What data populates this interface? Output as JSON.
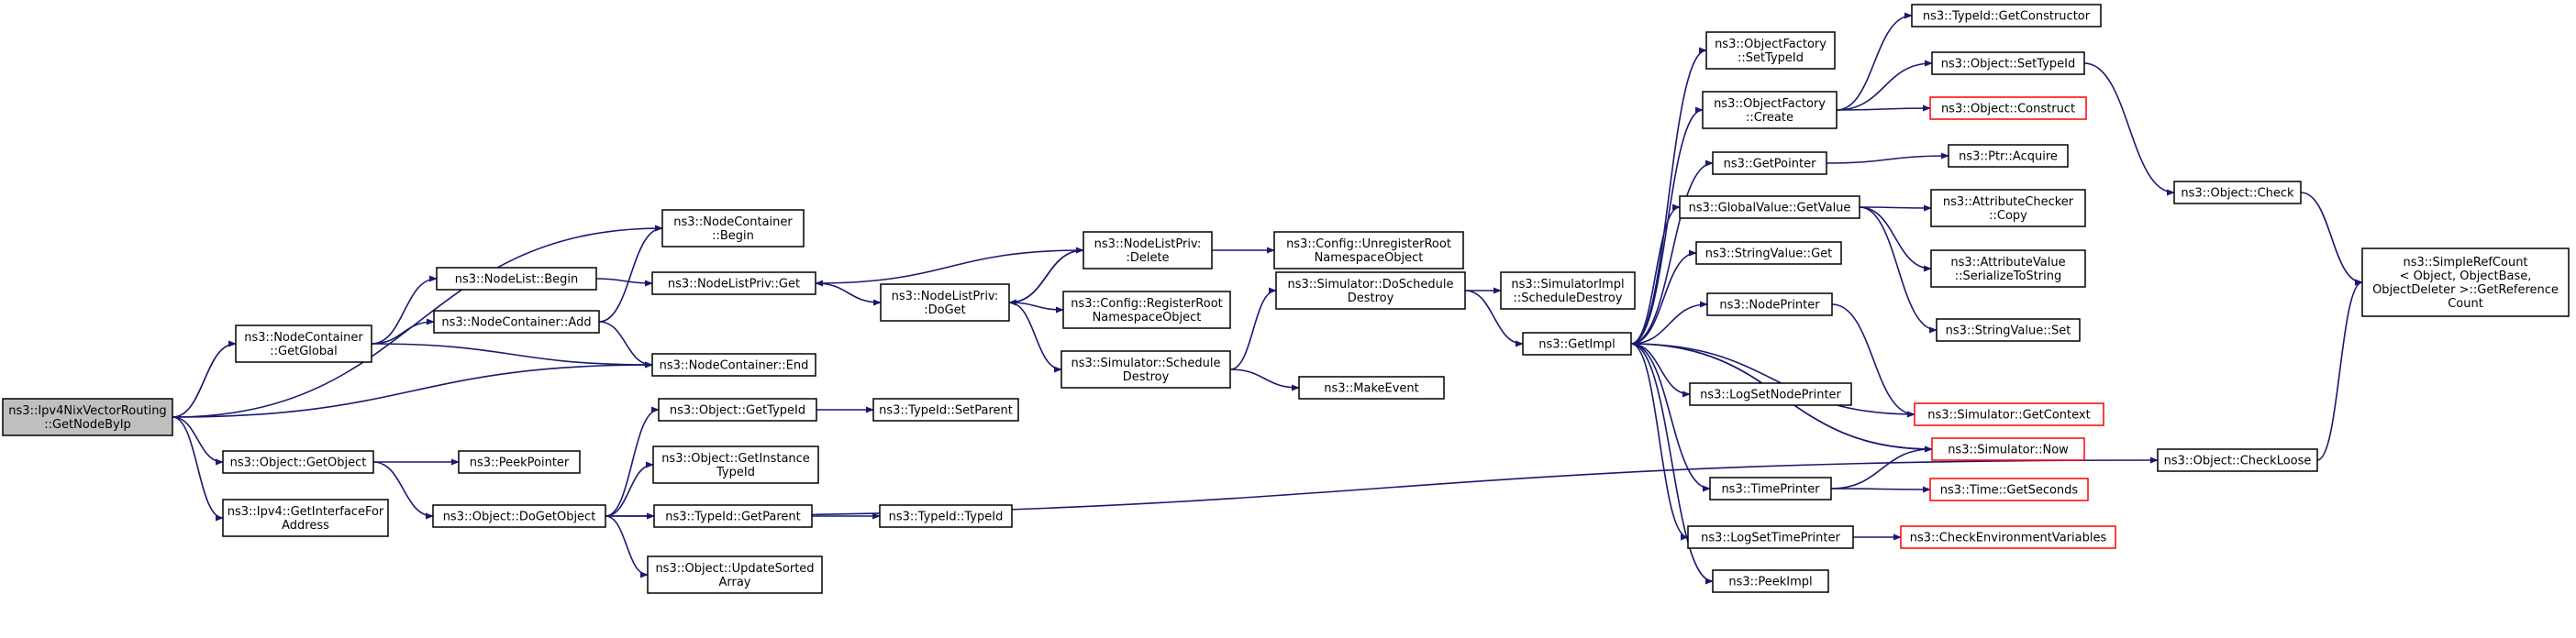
{
  "colors": {
    "edge": "#191970",
    "node_border": "#000000",
    "truncated_border": "#ff0000",
    "root_fill": "#bfbfbf",
    "node_fill": "#ffffff"
  },
  "nodes": [
    {
      "id": "root",
      "lines": [
        "ns3::Ipv4NixVectorRouting",
        "::GetNodeByIp"
      ],
      "style": "root"
    },
    {
      "id": "nc_getglobal",
      "lines": [
        "ns3::NodeContainer",
        "::GetGlobal"
      ],
      "style": "normal"
    },
    {
      "id": "obj_getobject",
      "lines": [
        "ns3::Object::GetObject"
      ],
      "style": "normal"
    },
    {
      "id": "ipv4_getif",
      "lines": [
        "ns3::Ipv4::GetInterfaceFor",
        "Address"
      ],
      "style": "normal"
    },
    {
      "id": "nc_begin",
      "lines": [
        "ns3::NodeContainer",
        "::Begin"
      ],
      "style": "normal"
    },
    {
      "id": "nl_begin",
      "lines": [
        "ns3::NodeList::Begin"
      ],
      "style": "normal"
    },
    {
      "id": "nc_add",
      "lines": [
        "ns3::NodeContainer::Add"
      ],
      "style": "normal"
    },
    {
      "id": "nc_end",
      "lines": [
        "ns3::NodeContainer::End"
      ],
      "style": "normal"
    },
    {
      "id": "nlp_get",
      "lines": [
        "ns3::NodeListPriv::Get"
      ],
      "style": "normal"
    },
    {
      "id": "peekpointer",
      "lines": [
        "ns3::PeekPointer"
      ],
      "style": "normal"
    },
    {
      "id": "obj_getinstancetypeid",
      "lines": [
        "ns3::Object::GetInstance",
        "TypeId"
      ],
      "style": "normal"
    },
    {
      "id": "obj_gettypeid",
      "lines": [
        "ns3::Object::GetTypeId"
      ],
      "style": "normal"
    },
    {
      "id": "obj_dogetobject",
      "lines": [
        "ns3::Object::DoGetObject"
      ],
      "style": "normal"
    },
    {
      "id": "typeid_getparent",
      "lines": [
        "ns3::TypeId::GetParent"
      ],
      "style": "normal"
    },
    {
      "id": "obj_updatesorted",
      "lines": [
        "ns3::Object::UpdateSorted",
        "Array"
      ],
      "style": "normal"
    },
    {
      "id": "nlp_doget",
      "lines": [
        "ns3::NodeListPriv:",
        ":DoGet"
      ],
      "style": "normal"
    },
    {
      "id": "nlp_delete",
      "lines": [
        "ns3::NodeListPriv:",
        ":Delete"
      ],
      "style": "normal"
    },
    {
      "id": "typeid_setparent",
      "lines": [
        "ns3::TypeId::SetParent"
      ],
      "style": "normal"
    },
    {
      "id": "typeid_typeid",
      "lines": [
        "ns3::TypeId::TypeId"
      ],
      "style": "normal"
    },
    {
      "id": "cfg_unregister",
      "lines": [
        "ns3::Config::UnregisterRoot",
        "NamespaceObject"
      ],
      "style": "normal"
    },
    {
      "id": "cfg_register",
      "lines": [
        "ns3::Config::RegisterRoot",
        "NamespaceObject"
      ],
      "style": "normal"
    },
    {
      "id": "sim_scheduledestroy",
      "lines": [
        "ns3::Simulator::Schedule",
        "Destroy"
      ],
      "style": "normal"
    },
    {
      "id": "sim_doscheduledestroy",
      "lines": [
        "ns3::Simulator::DoSchedule",
        "Destroy"
      ],
      "style": "normal"
    },
    {
      "id": "makeevent",
      "lines": [
        "ns3::MakeEvent"
      ],
      "style": "normal"
    },
    {
      "id": "simimpl_scheduledestroy",
      "lines": [
        "ns3::SimulatorImpl",
        "::ScheduleDestroy"
      ],
      "style": "normal"
    },
    {
      "id": "getimpl",
      "lines": [
        "ns3::GetImpl"
      ],
      "style": "normal"
    },
    {
      "id": "of_settypeid",
      "lines": [
        "ns3::ObjectFactory",
        "::SetTypeId"
      ],
      "style": "normal"
    },
    {
      "id": "of_create",
      "lines": [
        "ns3::ObjectFactory",
        "::Create"
      ],
      "style": "normal"
    },
    {
      "id": "getpointer",
      "lines": [
        "ns3::GetPointer"
      ],
      "style": "normal"
    },
    {
      "id": "gv_getvalue",
      "lines": [
        "ns3::GlobalValue::GetValue"
      ],
      "style": "normal"
    },
    {
      "id": "stringvalue_get",
      "lines": [
        "ns3::StringValue::Get"
      ],
      "style": "normal"
    },
    {
      "id": "nodeprinter",
      "lines": [
        "ns3::NodePrinter"
      ],
      "style": "normal"
    },
    {
      "id": "logsetnodeprinter",
      "lines": [
        "ns3::LogSetNodePrinter"
      ],
      "style": "normal"
    },
    {
      "id": "timeprinter",
      "lines": [
        "ns3::TimePrinter"
      ],
      "style": "normal"
    },
    {
      "id": "logsettimeprinter",
      "lines": [
        "ns3::LogSetTimePrinter"
      ],
      "style": "normal"
    },
    {
      "id": "peekimpl",
      "lines": [
        "ns3::PeekImpl"
      ],
      "style": "normal"
    },
    {
      "id": "typeid_getconstructor",
      "lines": [
        "ns3::TypeId::GetConstructor"
      ],
      "style": "normal"
    },
    {
      "id": "obj_settypeid",
      "lines": [
        "ns3::Object::SetTypeId"
      ],
      "style": "normal"
    },
    {
      "id": "obj_construct",
      "lines": [
        "ns3::Object::Construct"
      ],
      "style": "truncated"
    },
    {
      "id": "ptr_acquire",
      "lines": [
        "ns3::Ptr::Acquire"
      ],
      "style": "normal"
    },
    {
      "id": "attrchecker_copy",
      "lines": [
        "ns3::AttributeChecker",
        "::Copy"
      ],
      "style": "normal"
    },
    {
      "id": "attrvalue_serialize",
      "lines": [
        "ns3::AttributeValue",
        "::SerializeToString"
      ],
      "style": "normal"
    },
    {
      "id": "stringvalue_set",
      "lines": [
        "ns3::StringValue::Set"
      ],
      "style": "normal"
    },
    {
      "id": "sim_getcontext",
      "lines": [
        "ns3::Simulator::GetContext"
      ],
      "style": "truncated"
    },
    {
      "id": "sim_now",
      "lines": [
        "ns3::Simulator::Now"
      ],
      "style": "truncated"
    },
    {
      "id": "time_getseconds",
      "lines": [
        "ns3::Time::GetSeconds"
      ],
      "style": "truncated"
    },
    {
      "id": "checkenv",
      "lines": [
        "ns3::CheckEnvironmentVariables"
      ],
      "style": "truncated"
    },
    {
      "id": "obj_check",
      "lines": [
        "ns3::Object::Check"
      ],
      "style": "normal"
    },
    {
      "id": "obj_checkloose",
      "lines": [
        "ns3::Object::CheckLoose"
      ],
      "style": "normal"
    },
    {
      "id": "simplerefcount",
      "lines": [
        "ns3::SimpleRefCount",
        "< Object, ObjectBase,",
        "ObjectDeleter >::GetReference",
        "Count"
      ],
      "style": "normal"
    }
  ],
  "edges": [
    [
      "root",
      "nc_getglobal"
    ],
    [
      "root",
      "nc_begin"
    ],
    [
      "root",
      "nc_end"
    ],
    [
      "root",
      "obj_getobject"
    ],
    [
      "root",
      "ipv4_getif"
    ],
    [
      "nc_getglobal",
      "nl_begin"
    ],
    [
      "nc_getglobal",
      "nc_add"
    ],
    [
      "nc_getglobal",
      "nc_end"
    ],
    [
      "nc_add",
      "nc_begin"
    ],
    [
      "nc_add",
      "nc_end"
    ],
    [
      "nl_begin",
      "nlp_get"
    ],
    [
      "obj_getobject",
      "peekpointer"
    ],
    [
      "obj_getobject",
      "obj_dogetobject"
    ],
    [
      "nlp_get",
      "nlp_doget"
    ],
    [
      "nlp_doget",
      "nlp_delete"
    ],
    [
      "nlp_doget",
      "cfg_register"
    ],
    [
      "nlp_doget",
      "sim_scheduledestroy"
    ],
    [
      "nlp_delete",
      "nlp_get"
    ],
    [
      "nlp_delete",
      "nlp_doget"
    ],
    [
      "nlp_delete",
      "cfg_unregister"
    ],
    [
      "obj_dogetobject",
      "obj_gettypeid"
    ],
    [
      "obj_dogetobject",
      "obj_getinstancetypeid"
    ],
    [
      "obj_dogetobject",
      "typeid_getparent"
    ],
    [
      "obj_dogetobject",
      "obj_updatesorted"
    ],
    [
      "obj_dogetobject",
      "obj_checkloose"
    ],
    [
      "obj_gettypeid",
      "typeid_setparent"
    ],
    [
      "typeid_getparent",
      "typeid_typeid"
    ],
    [
      "sim_scheduledestroy",
      "sim_doscheduledestroy"
    ],
    [
      "sim_scheduledestroy",
      "makeevent"
    ],
    [
      "sim_doscheduledestroy",
      "simimpl_scheduledestroy"
    ],
    [
      "sim_doscheduledestroy",
      "getimpl"
    ],
    [
      "getimpl",
      "of_settypeid"
    ],
    [
      "getimpl",
      "of_create"
    ],
    [
      "getimpl",
      "getpointer"
    ],
    [
      "getimpl",
      "gv_getvalue"
    ],
    [
      "getimpl",
      "stringvalue_get"
    ],
    [
      "getimpl",
      "nodeprinter"
    ],
    [
      "getimpl",
      "logsetnodeprinter"
    ],
    [
      "getimpl",
      "sim_now"
    ],
    [
      "getimpl",
      "timeprinter"
    ],
    [
      "getimpl",
      "logsettimeprinter"
    ],
    [
      "getimpl",
      "peekimpl"
    ],
    [
      "of_create",
      "typeid_getconstructor"
    ],
    [
      "of_create",
      "obj_settypeid"
    ],
    [
      "of_create",
      "obj_construct"
    ],
    [
      "getpointer",
      "ptr_acquire"
    ],
    [
      "gv_getvalue",
      "attrchecker_copy"
    ],
    [
      "gv_getvalue",
      "attrvalue_serialize"
    ],
    [
      "gv_getvalue",
      "stringvalue_set"
    ],
    [
      "nodeprinter",
      "sim_getcontext"
    ],
    [
      "sim_getcontext",
      "getimpl"
    ],
    [
      "sim_now",
      "getimpl"
    ],
    [
      "timeprinter",
      "sim_now"
    ],
    [
      "timeprinter",
      "time_getseconds"
    ],
    [
      "logsettimeprinter",
      "checkenv"
    ],
    [
      "obj_settypeid",
      "obj_check"
    ],
    [
      "obj_check",
      "simplerefcount"
    ],
    [
      "obj_checkloose",
      "simplerefcount"
    ]
  ]
}
